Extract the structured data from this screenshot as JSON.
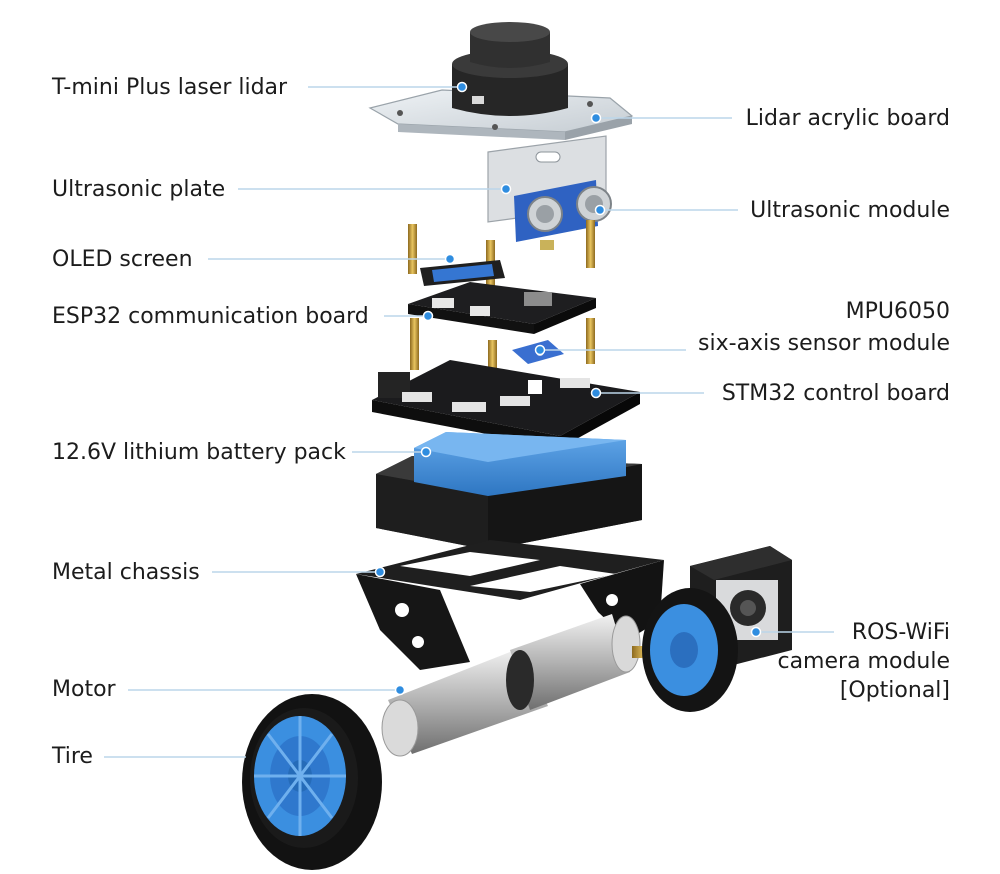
{
  "labels": {
    "lidar": "T-mini Plus laser lidar",
    "lidar_board": "Lidar acrylic board",
    "ultrasonic_plate": "Ultrasonic plate",
    "ultrasonic_module": "Ultrasonic module",
    "oled": "OLED screen",
    "esp32": "ESP32 communication board",
    "mpu_line1": "MPU6050",
    "mpu_line2": "six-axis sensor module",
    "stm32": "STM32 control board",
    "battery": "12.6V lithium battery pack",
    "chassis": "Metal chassis",
    "camera_line1": "ROS-WiFi",
    "camera_line2": "camera module",
    "camera_line3": "[Optional]",
    "motor": "Motor",
    "tire": "Tire"
  },
  "colors": {
    "accent_blue": "#2f8de0",
    "leader_line": "#bcd6ea",
    "board_black": "#1d1d1f",
    "battery_blue": "#3f8fd8",
    "wheel_blue": "#3b8fe0",
    "label_text": "#1c1c1c"
  }
}
